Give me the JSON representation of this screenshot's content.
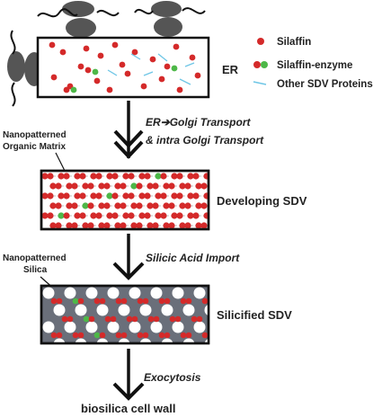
{
  "legend": {
    "silaffin": "Silaffin",
    "silaffin_enzyme": "Silaffin-enzyme",
    "other_proteins": "Other SDV Proteins"
  },
  "compartments": {
    "er": "ER",
    "developing": "Developing SDV",
    "silicified": "Silicified SDV"
  },
  "annotations": {
    "organic_line1": "Nanopatterned",
    "organic_line2": "Organic Matrix",
    "silica_line1": "Nanopatterned",
    "silica_line2": "Silica"
  },
  "steps": {
    "transport_line1": "ER➔Golgi Transport",
    "transport_line2": "& intra Golgi Transport",
    "import": "Silicic Acid Import",
    "exocytosis": "Exocytosis",
    "final": "biosilica cell wall"
  },
  "colors": {
    "silaffin": "#d42a2a",
    "enzyme": "#4db848",
    "other_protein": "#6ec6e6",
    "ribosome": "#555555",
    "silica_fill": "#6a6f7a"
  }
}
